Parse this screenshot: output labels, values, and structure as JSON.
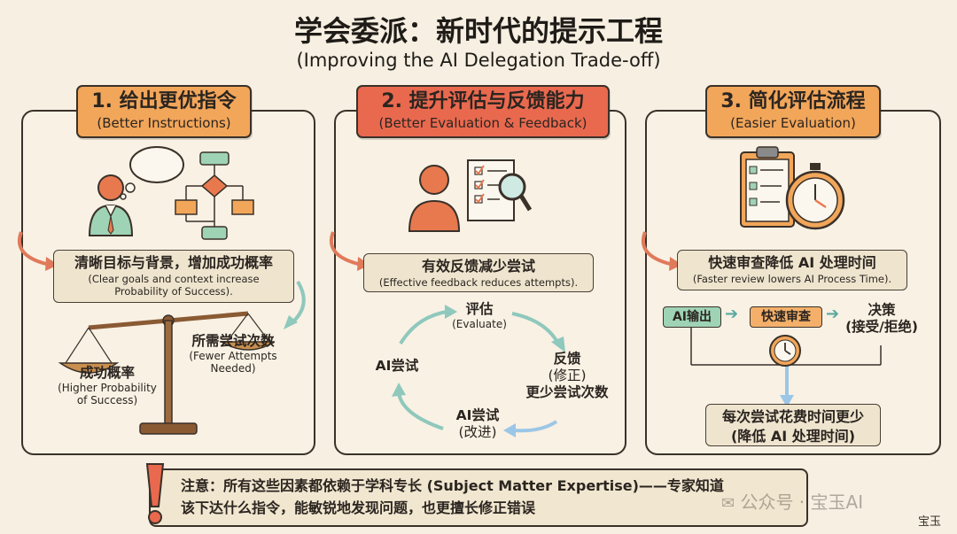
{
  "title": "学会委派：新时代的提示工程",
  "subtitle": "(Improving the AI Delegation Trade-off)",
  "panel1": {
    "header_zh": "1. 给出更优指令",
    "header_en": "(Better Instructions)",
    "note_zh": "清晰目标与背景，增加成功概率",
    "note_en_1": "(Clear goals and context increase",
    "note_en_2": "Probability of Success).",
    "left_zh": "成功概率",
    "left_en_1": "(Higher Probability",
    "left_en_2": "of Success)",
    "right_zh": "所需尝试次数",
    "right_en_1": "(Fewer Attempts",
    "right_en_2": "Needed)"
  },
  "panel2": {
    "header_zh": "2. 提升评估与反馈能力",
    "header_en": "(Better Evaluation & Feedback)",
    "note_zh": "有效反馈减少尝试",
    "note_en": "(Effective feedback reduces attempts).",
    "cycle_top_zh": "评估",
    "cycle_top_en": "(Evaluate)",
    "cycle_right_1": "反馈",
    "cycle_right_2": "(修正)",
    "cycle_right_3": "更少尝试次数",
    "cycle_bottom_1": "AI尝试",
    "cycle_bottom_2": "(改进)",
    "cycle_left": "AI尝试"
  },
  "panel3": {
    "header_zh": "3. 简化评估流程",
    "header_en": "(Easier Evaluation)",
    "note_zh": "快速审查降低 AI 处理时间",
    "note_en": "(Faster review lowers AI Process Time).",
    "flow_1": "AI输出",
    "flow_2": "快速审查",
    "flow_3a": "决策",
    "flow_3b": "(接受/拒绝)",
    "result_1": "每次尝试花费时间更少",
    "result_2": "(降低 AI 处理时间)"
  },
  "bottom": {
    "line1": "注意：所有这些因素都依赖于学科专长 (Subject Matter Expertise)——专家知道",
    "line2": "该下达什么指令，能敏锐地发现问题，也更擅长修正错误"
  },
  "watermark": {
    "main": "公众号 · 宝玉AI",
    "corner": "宝玉"
  },
  "colors": {
    "orange_header": "#f2a65a",
    "red_header": "#e9694f",
    "green_box": "#9fd3b6",
    "orange_box": "#f4b06a",
    "arrow_orange": "#e07a5a",
    "arrow_teal": "#8fc8bc",
    "arrow_blue": "#9cc6e6"
  }
}
